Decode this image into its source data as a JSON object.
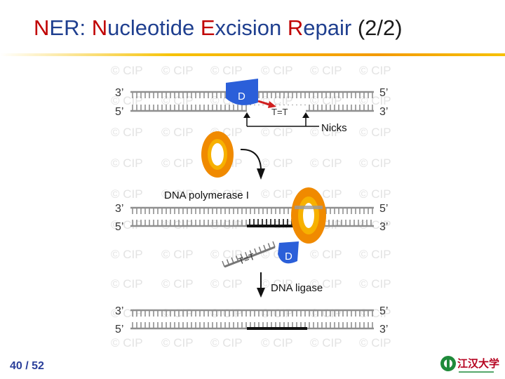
{
  "slide": {
    "title": {
      "part1_initial": "N",
      "part1_rest": "ER",
      "colon": ":",
      "word1_initial": "N",
      "word1_rest": "ucleotide ",
      "word2_initial": "E",
      "word2_rest": "xcision ",
      "word3_initial": "R",
      "word3_rest": "epair",
      "suffix": " (2/2)"
    },
    "page_number": "40 / 52",
    "watermark": "© CIP",
    "logo_text": "江汉大学"
  },
  "diagram": {
    "strand_end_3": "3’",
    "strand_end_5": "5’",
    "enzyme_d": "D",
    "dimer": "T=T",
    "nicks_label": "Nicks",
    "polymerase_label": "DNA polymerase I",
    "ligase_label": "DNA ligase"
  },
  "colors": {
    "title_red": "#c00000",
    "title_blue": "#1f3f8f",
    "strand_gray": "#8f8f8f",
    "enzyme_blue": "#2b5fd9",
    "clamp_orange": "#f08a00",
    "arrow_red": "#d02020",
    "new_dna_black": "#111111",
    "page_number_blue": "#2a3f9a"
  }
}
